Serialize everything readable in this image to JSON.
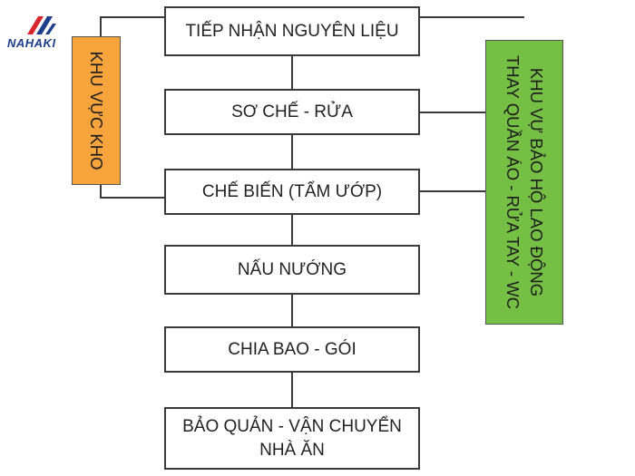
{
  "logo": {
    "text": "NAHAKI"
  },
  "steps": [
    {
      "label": "TIẾP NHẬN NGUYÊN LIỆU"
    },
    {
      "label": "SƠ CHẾ - RỬA"
    },
    {
      "label": "CHẾ BIẾN (TẨM ƯỚP)"
    },
    {
      "label": "NẤU NƯỚNG"
    },
    {
      "label": "CHIA BAO - GÓI"
    },
    {
      "label": "BẢO QUẢN - VẬN CHUYỂN\nNHÀ ĂN"
    }
  ],
  "side_boxes": {
    "storage": {
      "label": "KHU VỰC KHO",
      "color": "#f7a43c"
    },
    "protection": {
      "line1": "KHU VỰ BẢO HỘ LAO ĐỘNG",
      "line2": "THAY QUẦN ÁO - RỬA TAY - WC",
      "color": "#74bf44"
    }
  },
  "colors": {
    "line": "#3a3a3a",
    "logo_red": "#d7262b",
    "logo_blue": "#1e3e8c"
  }
}
